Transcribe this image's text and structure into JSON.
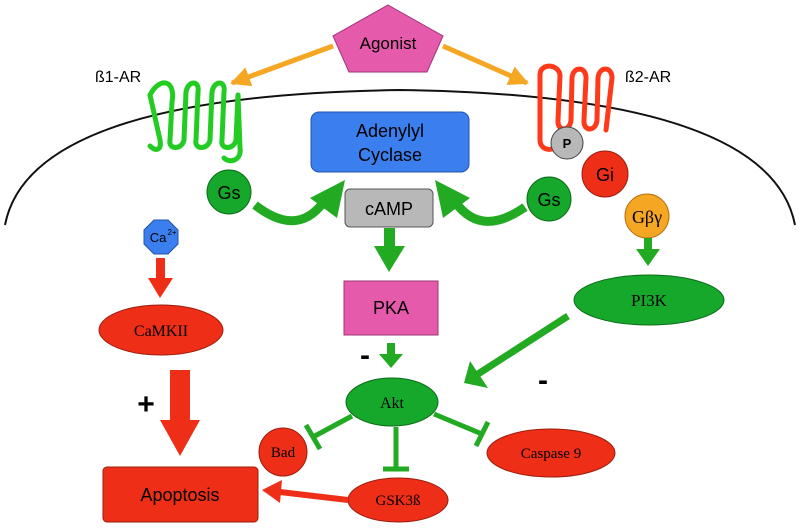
{
  "labels": {
    "agonist": "Agonist",
    "b1ar": "ß1-AR",
    "b2ar": "ß2-AR",
    "adenylyl_line1": "Adenylyl",
    "adenylyl_line2": "Cyclase",
    "camp": "cAMP",
    "gs_left": "Gs",
    "gs_right": "Gs",
    "p": "P",
    "gi": "Gi",
    "gby": "Gβγ",
    "ca": "Ca",
    "ca_sup": "2+",
    "camkii": "CaMKII",
    "pka": "PKA",
    "pi3k": "PI3K",
    "akt": "Akt",
    "bad": "Bad",
    "caspase9": "Caspase 9",
    "gsk3b": "GSK3ß",
    "apoptosis": "Apoptosis",
    "plus": "+",
    "minus_pka": "-",
    "minus_pi3k": "-"
  },
  "colors": {
    "agonist": "#e65aac",
    "agonist_arrow": "#f5a623",
    "receptor_b1": "#22cc22",
    "receptor_b2": "#ff3a1a",
    "adenylyl": "#3b7fee",
    "camp": "#b8b8b8",
    "green_node": "#15a82a",
    "green_arrow": "#22aa22",
    "red_node": "#ee2e16",
    "gby": "#f5a623",
    "ca": "#3b7fee",
    "pka": "#e65aac",
    "membrane": "#111111"
  }
}
